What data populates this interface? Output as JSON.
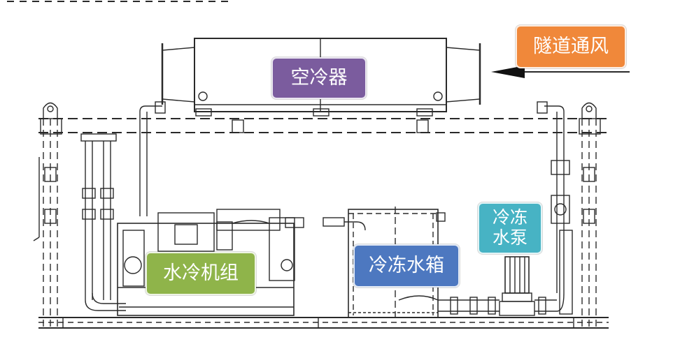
{
  "labels": {
    "air_cooler": "空冷器",
    "tunnel_ventilation": "隧道通风",
    "water_chiller": "水冷机组",
    "chilled_water_tank": "冷冻水箱",
    "chilled_water_pump": "冷冻\n水泵"
  },
  "colors": {
    "air_cooler": "#7b5c9e",
    "tunnel_ventilation": "#f0883a",
    "water_chiller": "#8fb44a",
    "chilled_water_tank": "#4d78c0",
    "chilled_water_pump": "#47b3c4",
    "line": "#2a2a2a"
  }
}
